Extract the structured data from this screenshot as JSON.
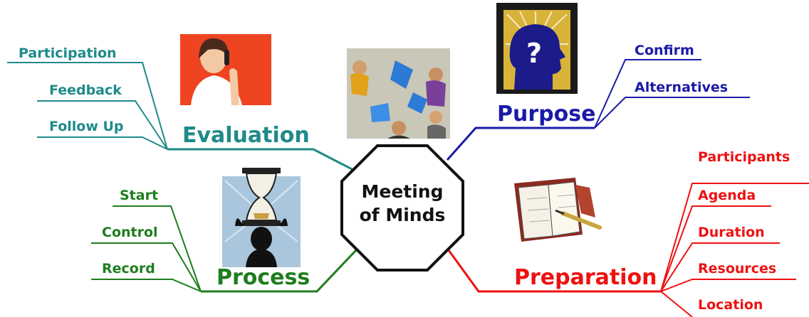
{
  "center": {
    "line1": "Meeting",
    "line2": "of Minds"
  },
  "branches": {
    "evaluation": {
      "label": "Evaluation",
      "color": "#1f8a8a",
      "items": [
        "Participation",
        "Feedback",
        "Follow Up"
      ]
    },
    "purpose": {
      "label": "Purpose",
      "color": "#1a1aa8",
      "items": [
        "Confirm",
        "Alternatives"
      ]
    },
    "process": {
      "label": "Process",
      "color": "#1e7d1e",
      "items": [
        "Start",
        "Control",
        "Record"
      ]
    },
    "preparation": {
      "label": "Preparation",
      "color": "#ee1111",
      "items": [
        "Participants",
        "Agenda",
        "Duration",
        "Resources",
        "Location"
      ]
    }
  },
  "icons": [
    "phone-call-woman-icon",
    "team-meeting-icon",
    "question-head-icon",
    "hourglass-icon",
    "planner-pen-icon"
  ]
}
